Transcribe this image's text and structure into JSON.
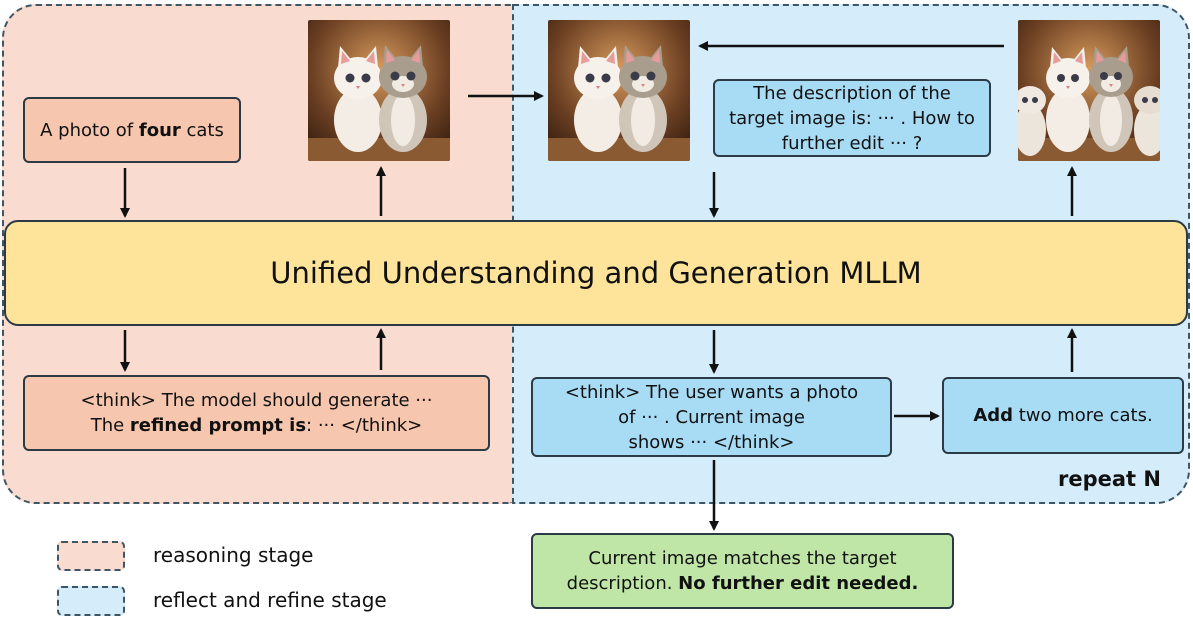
{
  "mllm_label": "Unified Understanding and Generation MLLM",
  "prompt": {
    "pre": "A photo of ",
    "bold": "four",
    "post": " cats"
  },
  "reason_think": {
    "line1": "<think> The model should generate ···",
    "pre": "The ",
    "bold": "refined prompt is",
    "post": ": ··· </think>"
  },
  "reflect_query": "The description of the target image is: ··· . How to further edit ··· ?",
  "reflect_think": {
    "line1": "<think> The user wants a photo",
    "line2": "of ··· . Current image",
    "line3": "shows ··· </think>"
  },
  "edit": {
    "bold": "Add",
    "post": " two more cats."
  },
  "final": {
    "line1": "Current image matches the target",
    "pre": "description. ",
    "bold": "No further edit needed."
  },
  "repeat_label": "repeat N",
  "legend": [
    {
      "label": "reasoning stage",
      "color": "#f9dccf"
    },
    {
      "label": "reflect and refine stage",
      "color": "#d5edfa"
    }
  ],
  "colors": {
    "reasoning_bg": "#f9dccf",
    "reflect_bg": "#d5edfa",
    "mllm": "#fde49a",
    "peach_box": "#f6c6ae",
    "blue_box": "#a8dcf5",
    "green_box": "#bfe6a6"
  },
  "images": [
    "two-cats-image",
    "two-cats-image",
    "four-cats-image"
  ]
}
